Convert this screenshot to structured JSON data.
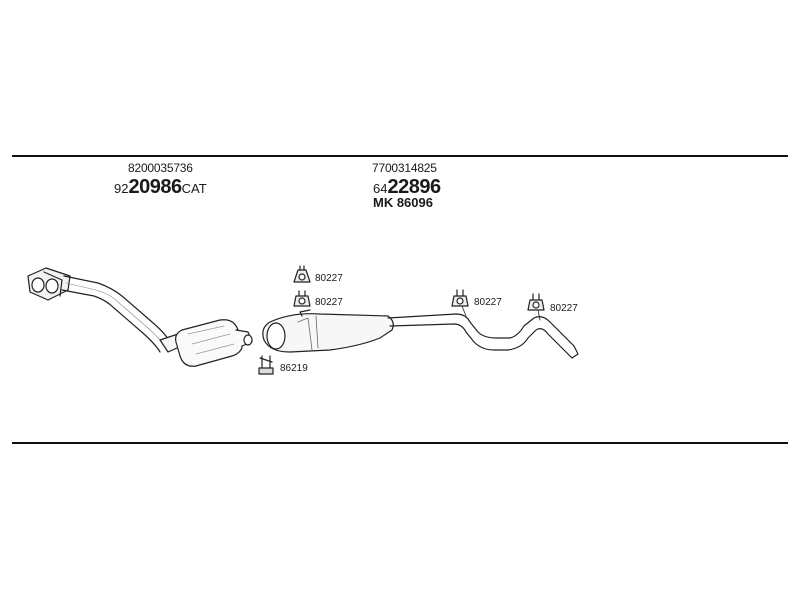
{
  "group_left": {
    "part_number": "8200035736",
    "code_prefix": "92",
    "code_main": "20986",
    "code_suffix": "CAT"
  },
  "group_right": {
    "part_number": "7700314825",
    "code_prefix": "64",
    "code_main": "22896",
    "kit_code": "MK 86096"
  },
  "clamp_label": "86219",
  "hanger_labels": [
    "80227",
    "80227",
    "80227",
    "80227"
  ]
}
